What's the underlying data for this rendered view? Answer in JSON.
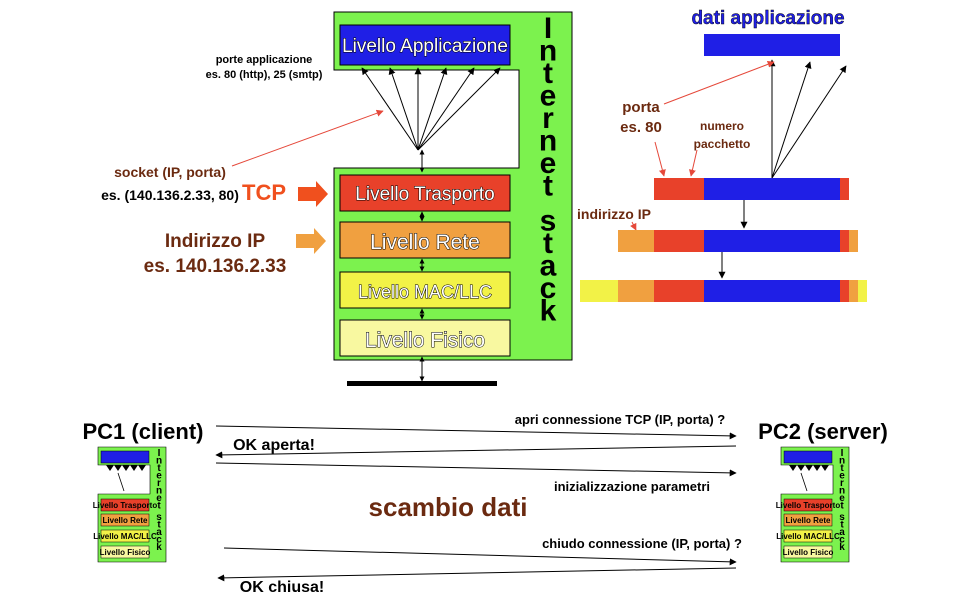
{
  "stack": {
    "application_layer": "Livello Applicazione",
    "transport_layer": "Livello Trasporto",
    "network_layer": "Livello Rete",
    "mac_layer": "Livello MAC/LLC",
    "physical_layer": "Livello Fisico",
    "vertical_title": "Internet stack"
  },
  "labels": {
    "app_ports_line1": "porte applicazione",
    "app_ports_line2": "es. 80 (http), 25 (smtp)",
    "socket_line1": "socket (IP, porta)",
    "socket_line2": "es. (140.136.2.33, 80)",
    "tcp": "TCP",
    "ip_address_line1": "Indirizzo IP",
    "ip_address_line2": "es. 140.136.2.33"
  },
  "encapsulation": {
    "app_data": "dati applicazione",
    "port_line1": "porta",
    "port_line2": "es. 80",
    "packet_number_line1": "numero",
    "packet_number_line2": "pacchetto",
    "ip_address": "indirizzo IP"
  },
  "exchange": {
    "pc1": "PC1 (client)",
    "pc2": "PC2 (server)",
    "msg_open_request": "apri connessione TCP (IP, porta) ?",
    "msg_open_ok": "OK aperta!",
    "msg_init": "inizializzazione parametri",
    "msg_data": "scambio dati",
    "msg_close_request": "chiudo connessione (IP, porta) ?",
    "msg_close_ok": "OK chiusa!"
  },
  "colors": {
    "stack_bg": "#7CF24E",
    "application": "#1F1FE6",
    "transport": "#E8412A",
    "network": "#F0A040",
    "mac": "#F2F247",
    "physical": "#F8F8A0",
    "label_brown": "#6B2A10",
    "tcp_orange": "#F0501E",
    "ip_orange": "#F0A040",
    "pointer_red": "#E5483A"
  }
}
